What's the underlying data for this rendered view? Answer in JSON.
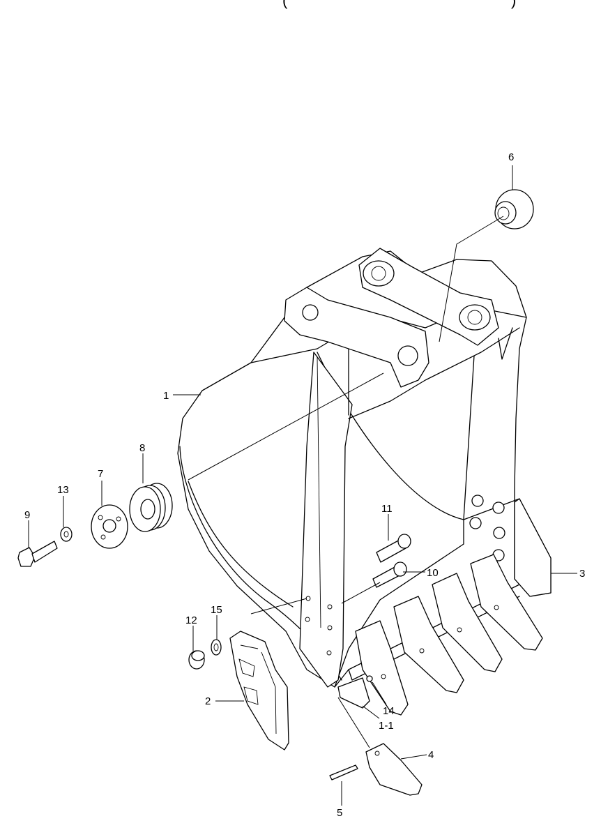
{
  "header_fragment": {
    "left": "(",
    "right": ")"
  },
  "callouts": [
    "1",
    "1-1",
    "2",
    "3",
    "4",
    "5",
    "6",
    "7",
    "8",
    "9",
    "10",
    "11",
    "12",
    "13",
    "14",
    "15"
  ]
}
